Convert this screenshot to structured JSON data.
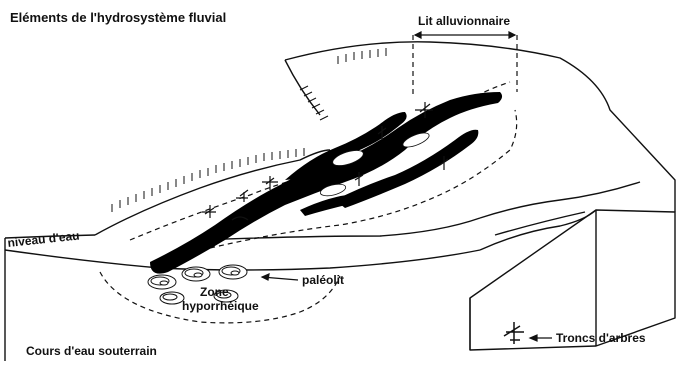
{
  "diagram": {
    "title": "Eléments de l'hydrosystème fluvial",
    "labels": {
      "lit_alluvionnaire": "Lit alluvionnaire",
      "niveau_eau": "niveau d'eau",
      "paleolit": "paléolit",
      "zone_line1": "Zone",
      "zone_line2": "hyporrhéique",
      "cours_eau_souterrain": "Cours d'eau souterrain",
      "troncs_arbres": "Troncs d'arbres"
    }
  },
  "colors": {
    "ink": "#111111",
    "river": "#000000",
    "paper": "#ffffff"
  }
}
